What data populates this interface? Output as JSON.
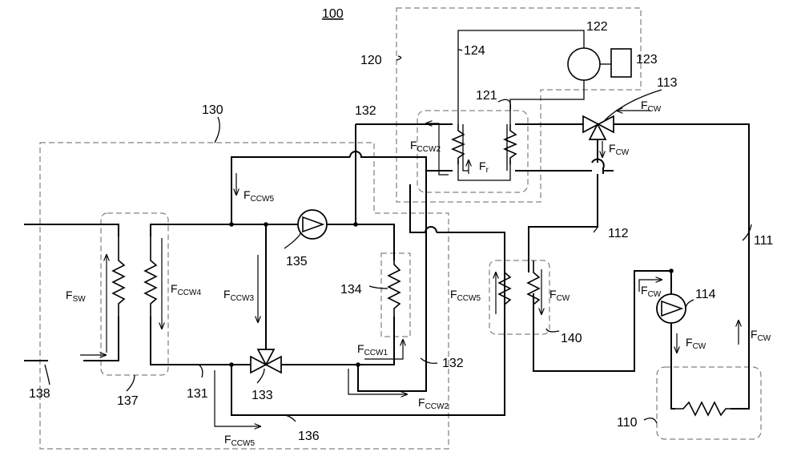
{
  "title_ref": "100",
  "refs": {
    "r110": "110",
    "r111": "111",
    "r112": "112",
    "r113": "113",
    "r114": "114",
    "r120": "120",
    "r121": "121",
    "r122": "122",
    "r123": "123",
    "r124": "124",
    "r130": "130",
    "r131": "131",
    "r132a": "132",
    "r132b": "132",
    "r133": "133",
    "r134": "134",
    "r135": "135",
    "r136": "136",
    "r137": "137",
    "r138": "138",
    "r140": "140"
  },
  "flows": {
    "F": "F",
    "cw": "CW",
    "ccw1": "CCW1",
    "ccw2": "CCW2",
    "ccw3": "CCW3",
    "ccw4": "CCW4",
    "ccw5": "CCW5",
    "sw": "SW",
    "r": "r"
  }
}
